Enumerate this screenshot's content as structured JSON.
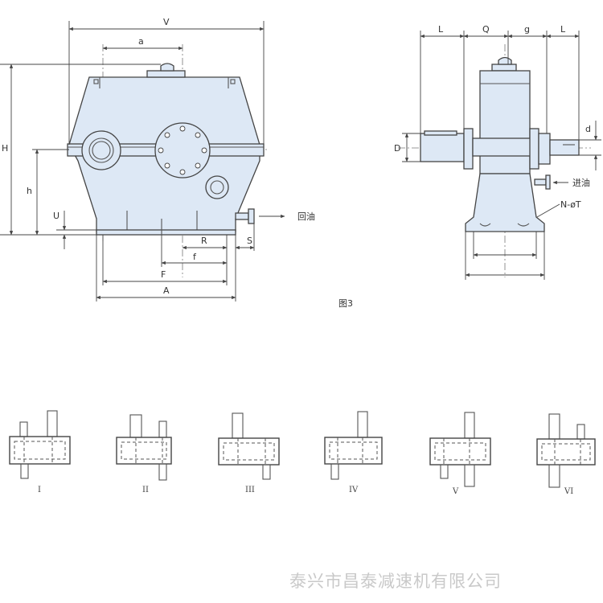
{
  "front_view": {
    "dim_labels": {
      "V": "V",
      "a": "a",
      "H": "H",
      "h": "h",
      "U": "U",
      "R": "R",
      "S": "S",
      "f": "f",
      "F": "F",
      "A": "A"
    },
    "oil_return": "回油"
  },
  "side_view": {
    "dim_labels": {
      "L_left": "L",
      "Q": "Q",
      "g": "g",
      "L_right": "L",
      "D": "D",
      "d": "d"
    },
    "oil_inlet": "进油",
    "bolt_spec": "N-øT"
  },
  "figure_caption": "图3",
  "configurations": [
    "I",
    "II",
    "III",
    "IV",
    "V",
    "VI"
  ],
  "watermark": "泰兴市昌泰减速机有限公司"
}
